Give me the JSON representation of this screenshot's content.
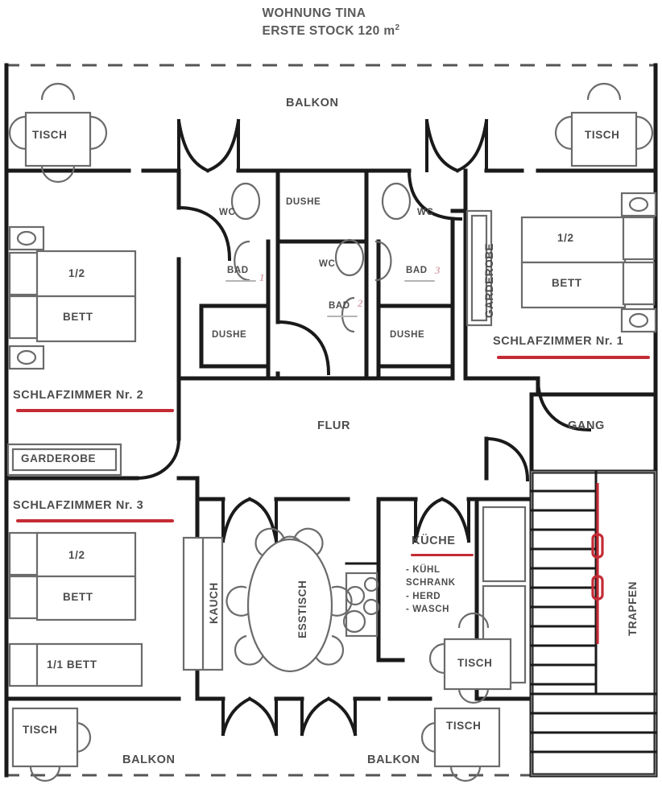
{
  "title": {
    "line1": "WOHNUNG TINA",
    "line2_prefix": "ERSTE STOCK 120 m",
    "line2_sup": "2"
  },
  "colors": {
    "wall": "#1a1a1a",
    "furniture_outline": "#6b6b6b",
    "text": "#4d4d4d",
    "accent_red": "#c42b34",
    "handwriting": "#d9a7b0",
    "background": "#ffffff"
  },
  "rooms": {
    "balcony_top": "BALKON",
    "balcony_bottom_left": "BALKON",
    "balcony_bottom_right": "BALKON",
    "corridor": "FLUR",
    "hall": "GANG",
    "bedroom_1": "SCHLAFZIMMER Nr. 1",
    "bedroom_2": "SCHLAFZIMMER Nr. 2",
    "bedroom_3": "SCHLAFZIMMER Nr. 3",
    "kitchen": "KÜCHE",
    "stairs": "TRAPFEN"
  },
  "bathrooms": [
    {
      "name": "BAD",
      "number": "1",
      "wc": "WC",
      "shower": "DUSHE"
    },
    {
      "name": "BAD",
      "number": "2",
      "wc": "WC",
      "shower": "DUSHE"
    },
    {
      "name": "BAD",
      "number": "3",
      "wc": "WC",
      "shower": "DUSHE"
    }
  ],
  "kitchen_items": [
    "- KÜHL",
    "  SCHRANK",
    "- HERD",
    "- WASCH"
  ],
  "furniture": {
    "table": "TISCH",
    "bed_double_top": "1/2",
    "bed_double_bottom": "BETT",
    "bed_single": "1/1 BETT",
    "wardrobe": "GARDEROBE",
    "couch": "KAUCH",
    "dining_table": "ESSTISCH"
  },
  "tables": [
    {
      "label": "TISCH",
      "location": "balcony-top-left"
    },
    {
      "label": "TISCH",
      "location": "balcony-top-right"
    },
    {
      "label": "TISCH",
      "location": "balcony-bottom-left"
    },
    {
      "label": "TISCH",
      "location": "balcony-bottom-right"
    },
    {
      "label": "TISCH",
      "location": "kitchen-area"
    }
  ],
  "beds": [
    {
      "line1": "1/2",
      "line2": "BETT",
      "room": "SCHLAFZIMMER Nr. 1"
    },
    {
      "line1": "1/2",
      "line2": "BETT",
      "room": "SCHLAFZIMMER Nr. 2"
    },
    {
      "line1": "1/2",
      "line2": "BETT",
      "room": "SCHLAFZIMMER Nr. 3"
    },
    {
      "line1": "1/1 BETT",
      "line2": "",
      "room": "SCHLAFZIMMER Nr. 3"
    }
  ],
  "wardrobes": [
    {
      "label": "GARDEROBE",
      "orientation": "vertical",
      "room": "SCHLAFZIMMER Nr. 1"
    },
    {
      "label": "GARDEROBE",
      "orientation": "horizontal",
      "room": "SCHLAFZIMMER Nr. 2"
    }
  ]
}
